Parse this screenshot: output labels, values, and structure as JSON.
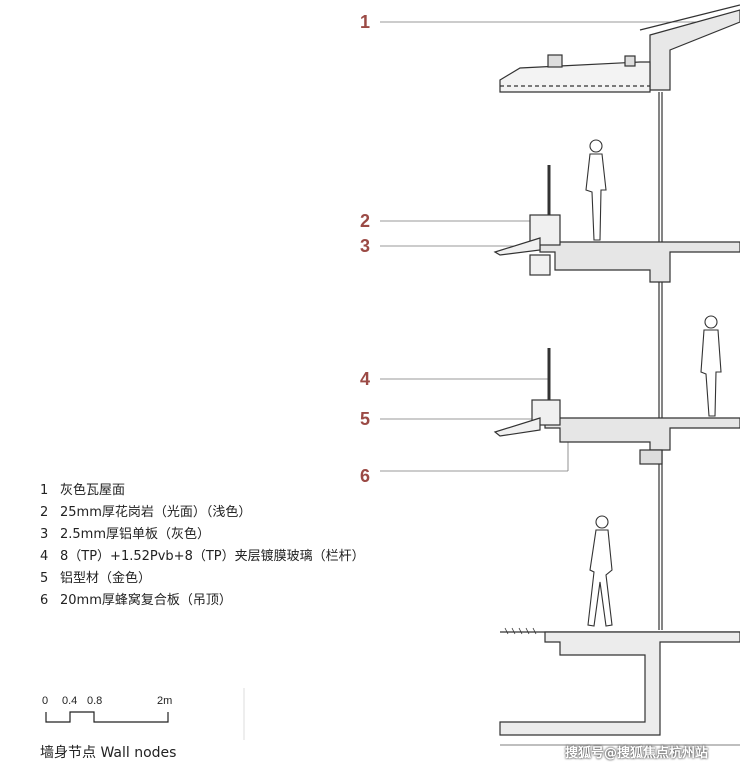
{
  "callouts": [
    "1",
    "2",
    "3",
    "4",
    "5",
    "6"
  ],
  "legend": [
    {
      "num": "1",
      "text": "灰色瓦屋面"
    },
    {
      "num": "2",
      "text": "25mm厚花岗岩（光面）（浅色）"
    },
    {
      "num": "3",
      "text": "2.5mm厚铝单板（灰色）"
    },
    {
      "num": "4",
      "text": "8（TP）+1.52Pvb+8（TP）夹层镀膜玻璃（栏杆）"
    },
    {
      "num": "5",
      "text": "铝型材（金色）"
    },
    {
      "num": "6",
      "text": "20mm厚蜂窝复合板（吊顶）"
    }
  ],
  "scale": {
    "ticks": [
      "0",
      "0.4",
      "0.8",
      "2m"
    ]
  },
  "caption": "墙身节点 Wall nodes",
  "watermark": "搜狐号@搜狐焦点杭州站",
  "colors": {
    "callout": "#9b4a45",
    "line": "#333333"
  }
}
